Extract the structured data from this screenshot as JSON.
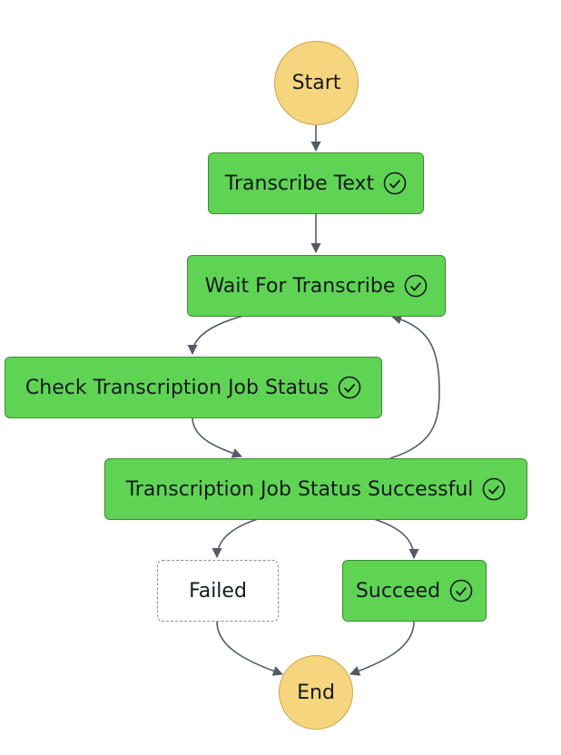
{
  "nodes": {
    "start": {
      "label": "Start"
    },
    "transcribe_text": {
      "label": "Transcribe Text",
      "status": "succeeded"
    },
    "wait_for_transcribe": {
      "label": "Wait For Transcribe",
      "status": "succeeded"
    },
    "check_job_status": {
      "label": "Check Transcription Job Status",
      "status": "succeeded"
    },
    "job_status_successful": {
      "label": "Transcription Job Status Successful",
      "status": "succeeded"
    },
    "failed": {
      "label": "Failed",
      "status": "not-run"
    },
    "succeed": {
      "label": "Succeed",
      "status": "succeeded"
    },
    "end": {
      "label": "End"
    }
  },
  "colors": {
    "succeeded_fill": "#5fd454",
    "terminal_fill": "#f6d57f",
    "edge": "#545b64"
  }
}
